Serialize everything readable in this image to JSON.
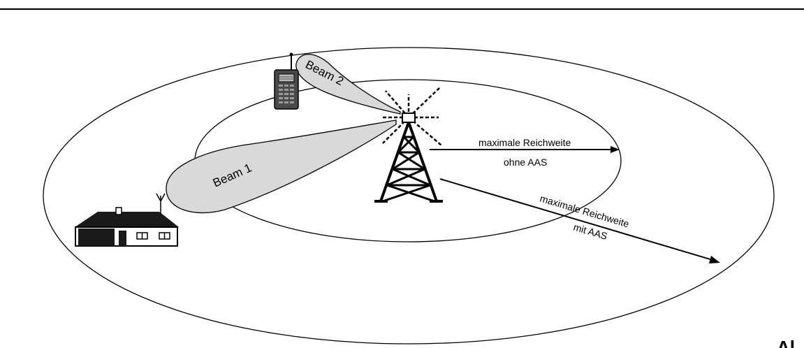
{
  "beams": {
    "beam1": "Beam 1",
    "beam2": "Beam 2"
  },
  "range_without": {
    "line1": "maximale Reichweite",
    "line2": "ohne AAS"
  },
  "range_with": {
    "line1": "maximale Reichweite",
    "line2": "mit AAS"
  },
  "corner_text": "Al",
  "colors": {
    "beam_fill": "#d9d9d9",
    "stroke": "#000000",
    "background": "#ffffff"
  },
  "icons": [
    "antenna-tower-icon",
    "handheld-phone-icon",
    "house-icon",
    "house-antenna-icon"
  ]
}
